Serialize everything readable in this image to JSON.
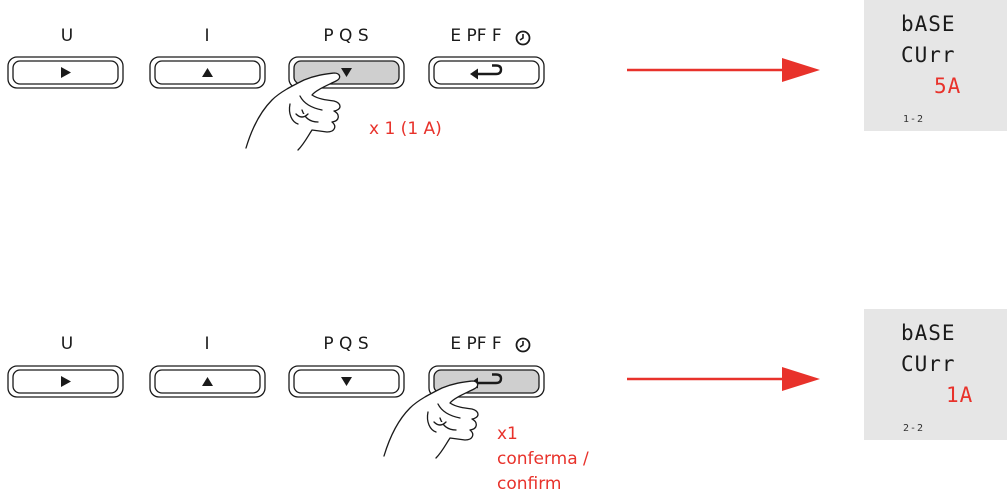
{
  "steps": [
    {
      "keys": [
        {
          "label": "U",
          "symbol": "play-icon",
          "pressed": false
        },
        {
          "label": "I",
          "symbol": "triangle-up-icon",
          "pressed": false
        },
        {
          "label": "P Q S",
          "symbol": "triangle-down-icon",
          "pressed": true
        },
        {
          "label": "E PF F",
          "symbol": "return-icon",
          "pressed": false
        }
      ],
      "note": "x 1 (1 A)",
      "display": {
        "line1": "bASE",
        "line2": "CUrr",
        "value": "5A",
        "page": "1-2"
      }
    },
    {
      "keys": [
        {
          "label": "U",
          "symbol": "play-icon",
          "pressed": false
        },
        {
          "label": "I",
          "symbol": "triangle-up-icon",
          "pressed": false
        },
        {
          "label": "P Q S",
          "symbol": "triangle-down-icon",
          "pressed": false
        },
        {
          "label": "E PF F",
          "symbol": "return-icon",
          "pressed": true
        }
      ],
      "note": "x1\nconferma /\nconfirm",
      "display": {
        "line1": "bASE",
        "line2": "CUrr",
        "value": "1A",
        "page": "2-2"
      }
    }
  ],
  "colors": {
    "accent": "#e8322b",
    "pressed_key": "#cfcfcf",
    "screen": "#e6e6e6"
  }
}
